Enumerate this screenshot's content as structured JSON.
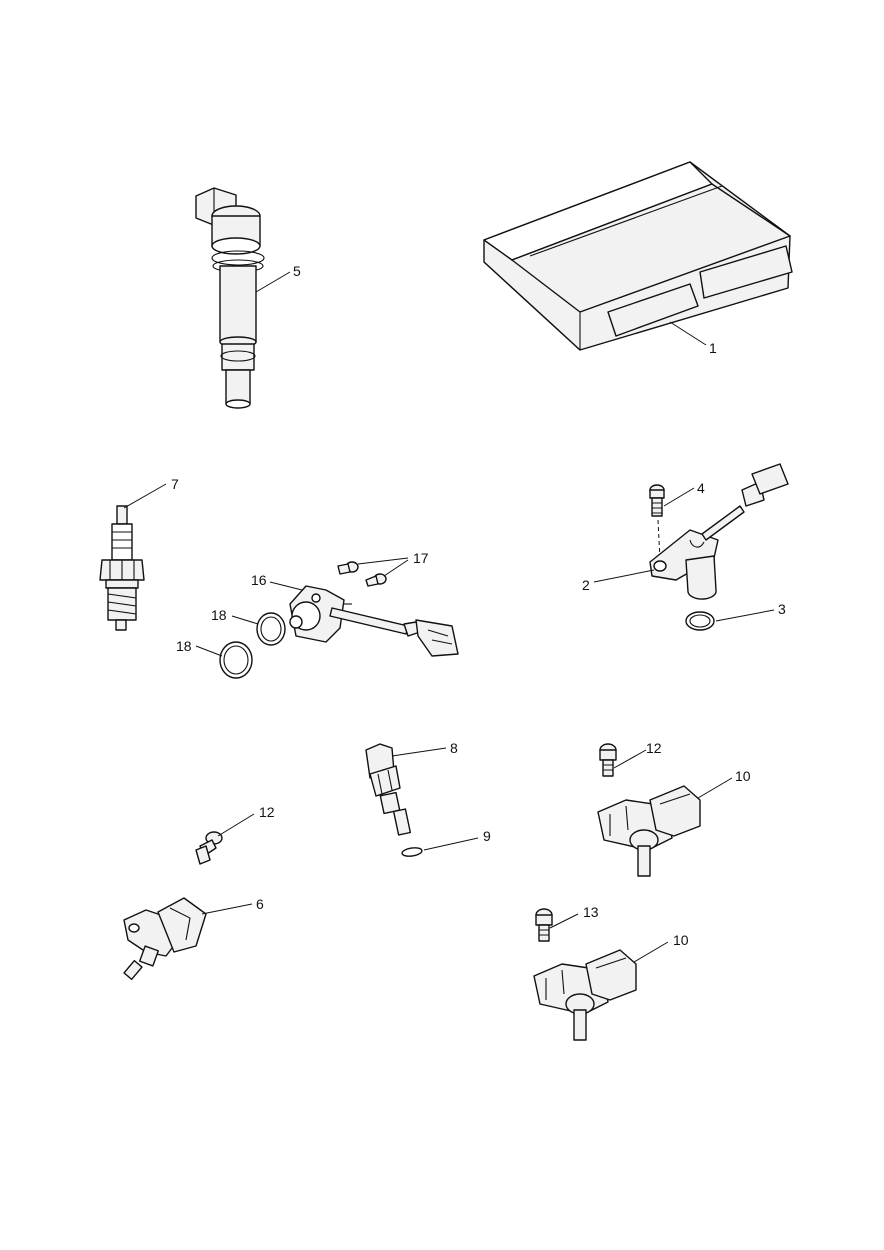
{
  "callouts": {
    "c1": "1",
    "c2": "2",
    "c3": "3",
    "c4": "4",
    "c5": "5",
    "c6": "6",
    "c7": "7",
    "c8": "8",
    "c9": "9",
    "c10a": "10",
    "c10b": "10",
    "c12a": "12",
    "c12b": "12",
    "c13": "13",
    "c16": "16",
    "c17": "17",
    "c18a": "18",
    "c18b": "18"
  },
  "colors": {
    "line": "#111111",
    "part_fill": "#f2f2f2",
    "background": "#ffffff"
  }
}
